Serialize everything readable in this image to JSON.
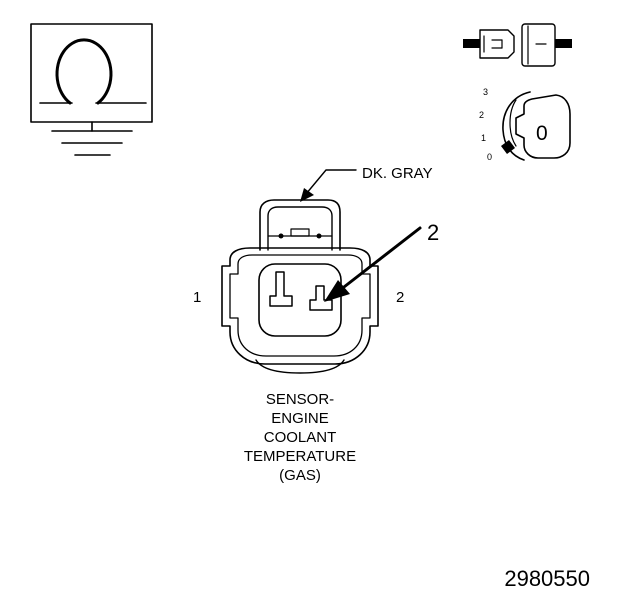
{
  "connector": {
    "wire_color": "DK. GRAY",
    "callout_number": "2",
    "pin_left": "1",
    "pin_right": "2"
  },
  "component": {
    "lines": [
      "SENSOR-",
      "ENGINE",
      "COOLANT",
      "TEMPERATURE",
      "(GAS)"
    ]
  },
  "key_icon": {
    "positions": [
      "3",
      "2",
      "1",
      "0"
    ],
    "key_label": "0"
  },
  "figure_number": "2980550",
  "icons": {
    "ohmmeter": "ohmmeter-ground-icon",
    "connector": "connector-disconnect-icon",
    "ignition": "ignition-key-off-icon"
  },
  "colors": {
    "ink": "#000000",
    "background": "#ffffff"
  }
}
